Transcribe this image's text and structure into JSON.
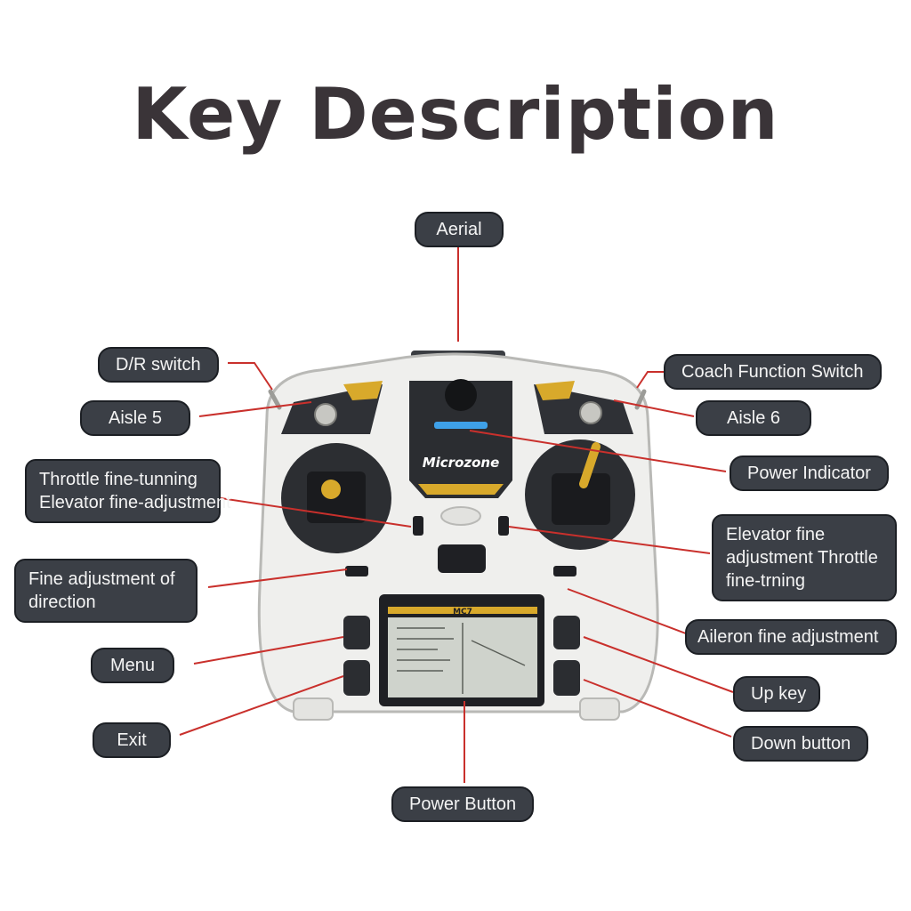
{
  "title": "Key Description",
  "colors": {
    "label_bg": "#3b3f46",
    "leader_line": "#c9302c",
    "accent": "#d8a92b"
  },
  "device": {
    "brand": "Microzone",
    "model": "MC7"
  },
  "labels": {
    "aerial": "Aerial",
    "dr_switch": "D/R switch",
    "aisle5": "Aisle 5",
    "throttle_fine": [
      "Throttle fine-tunning",
      "Elevator fine-adjustment"
    ],
    "fine_direction": [
      "Fine adjustment of",
      "direction"
    ],
    "menu": "Menu",
    "exit": "Exit",
    "power_button": "Power Button",
    "coach_switch": "Coach Function Switch",
    "aisle6": "Aisle 6",
    "power_indicator": "Power Indicator",
    "elevator_fine": [
      "Elevator fine",
      "adjustment Throttle",
      "fine-trning"
    ],
    "aileron_fine": "Aileron fine adjustment",
    "up_key": "Up key",
    "down_button": "Down button"
  }
}
